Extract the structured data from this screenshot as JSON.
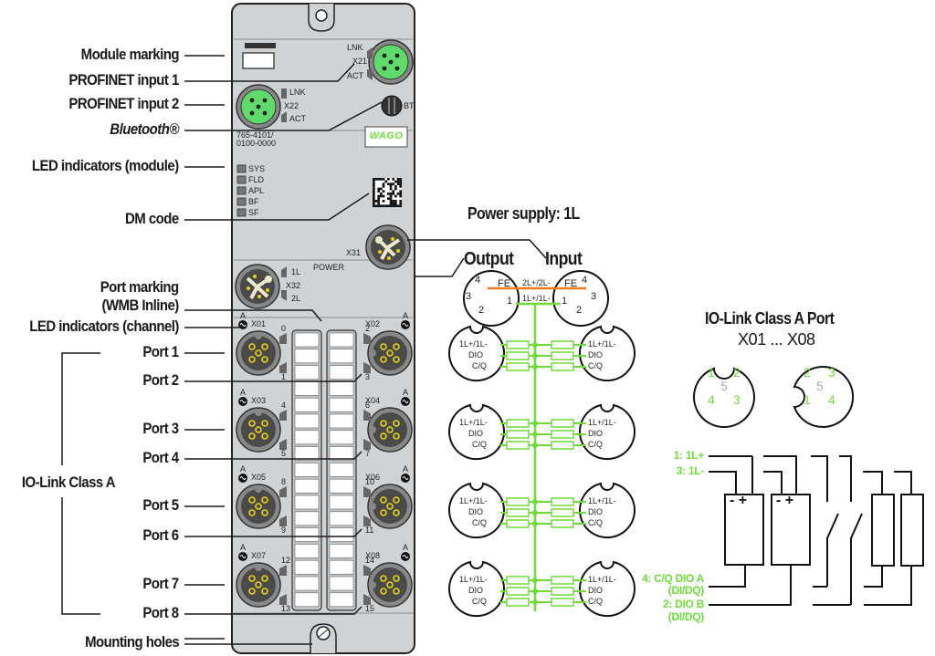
{
  "labels": {
    "module_marking": "Module marking",
    "profinet_1": "PROFINET input 1",
    "profinet_2": "PROFINET input 2",
    "bluetooth": "Bluetooth®",
    "led_module": "LED indicators (module)",
    "dm_code": "DM code",
    "port_marking_1": "Port marking",
    "port_marking_2": "(WMB Inline)",
    "led_channel": "LED indicators (channel)",
    "ports": [
      "Port 1",
      "Port 2",
      "Port 3",
      "Port 4",
      "Port 5",
      "Port 6",
      "Port 7",
      "Port 8"
    ],
    "io_link": "IO-Link Class A",
    "mounting": "Mounting holes"
  },
  "module": {
    "part_number_1": "765-4101/",
    "part_number_2": "0100-0000",
    "brand": "WAGO",
    "x21": "X21",
    "x22": "X22",
    "lnk": "LNK",
    "act": "ACT",
    "bt": "BT",
    "leds": [
      "SYS",
      "FLD",
      "APL",
      "BF",
      "SF"
    ],
    "x31": "X31",
    "power": "POWER",
    "x32": "X32",
    "l1": "1L",
    "l2": "2L",
    "ports": [
      {
        "name": "X01",
        "ch": [
          "0",
          "1"
        ],
        "side": "left"
      },
      {
        "name": "X02",
        "ch": [
          "2",
          "3"
        ],
        "side": "right"
      },
      {
        "name": "X03",
        "ch": [
          "4",
          "5"
        ],
        "side": "left"
      },
      {
        "name": "X04",
        "ch": [
          "6",
          "7"
        ],
        "side": "right"
      },
      {
        "name": "X05",
        "ch": [
          "8",
          "9"
        ],
        "side": "left"
      },
      {
        "name": "X06",
        "ch": [
          "10",
          "11"
        ],
        "side": "right"
      },
      {
        "name": "X07",
        "ch": [
          "12",
          "13"
        ],
        "side": "left"
      },
      {
        "name": "X08",
        "ch": [
          "14",
          "15"
        ],
        "side": "right"
      }
    ],
    "port_class": "A"
  },
  "power": {
    "title": "Power supply: 1L",
    "output": "Output",
    "input": "Input",
    "pins_left": [
      "4",
      "FE",
      "3",
      "1",
      "2"
    ],
    "pins_right": [
      "FE",
      "4",
      "1",
      "3",
      "2"
    ],
    "line_top": "2L+/2L-",
    "line_bottom": "1L+/1L-",
    "port_signals": [
      "1L+/1L-",
      "DIO",
      "C/Q"
    ]
  },
  "pinout": {
    "title": "IO-Link Class A Port",
    "subtitle": "X01 ... X08",
    "left_pins": [
      "1",
      "2",
      "5",
      "4",
      "3"
    ],
    "right_pins": [
      "2",
      "3",
      "5",
      "1",
      "4"
    ]
  },
  "wiring": {
    "pin1": "1: 1L+",
    "pin3": "3: 1L-",
    "pin4a": "4: C/Q DIO A",
    "pin4b": "(DI/DQ)",
    "pin2a": "2: DIO B",
    "pin2b": "(DI/DQ)",
    "sensor_polarity": "- +"
  },
  "colors": {
    "housing": "#cfd3d6",
    "green": "#6fdc3a",
    "orange": "#f07a1a",
    "connector_dark": "#4a4a48",
    "pin_yellow": "#e8d21a"
  }
}
